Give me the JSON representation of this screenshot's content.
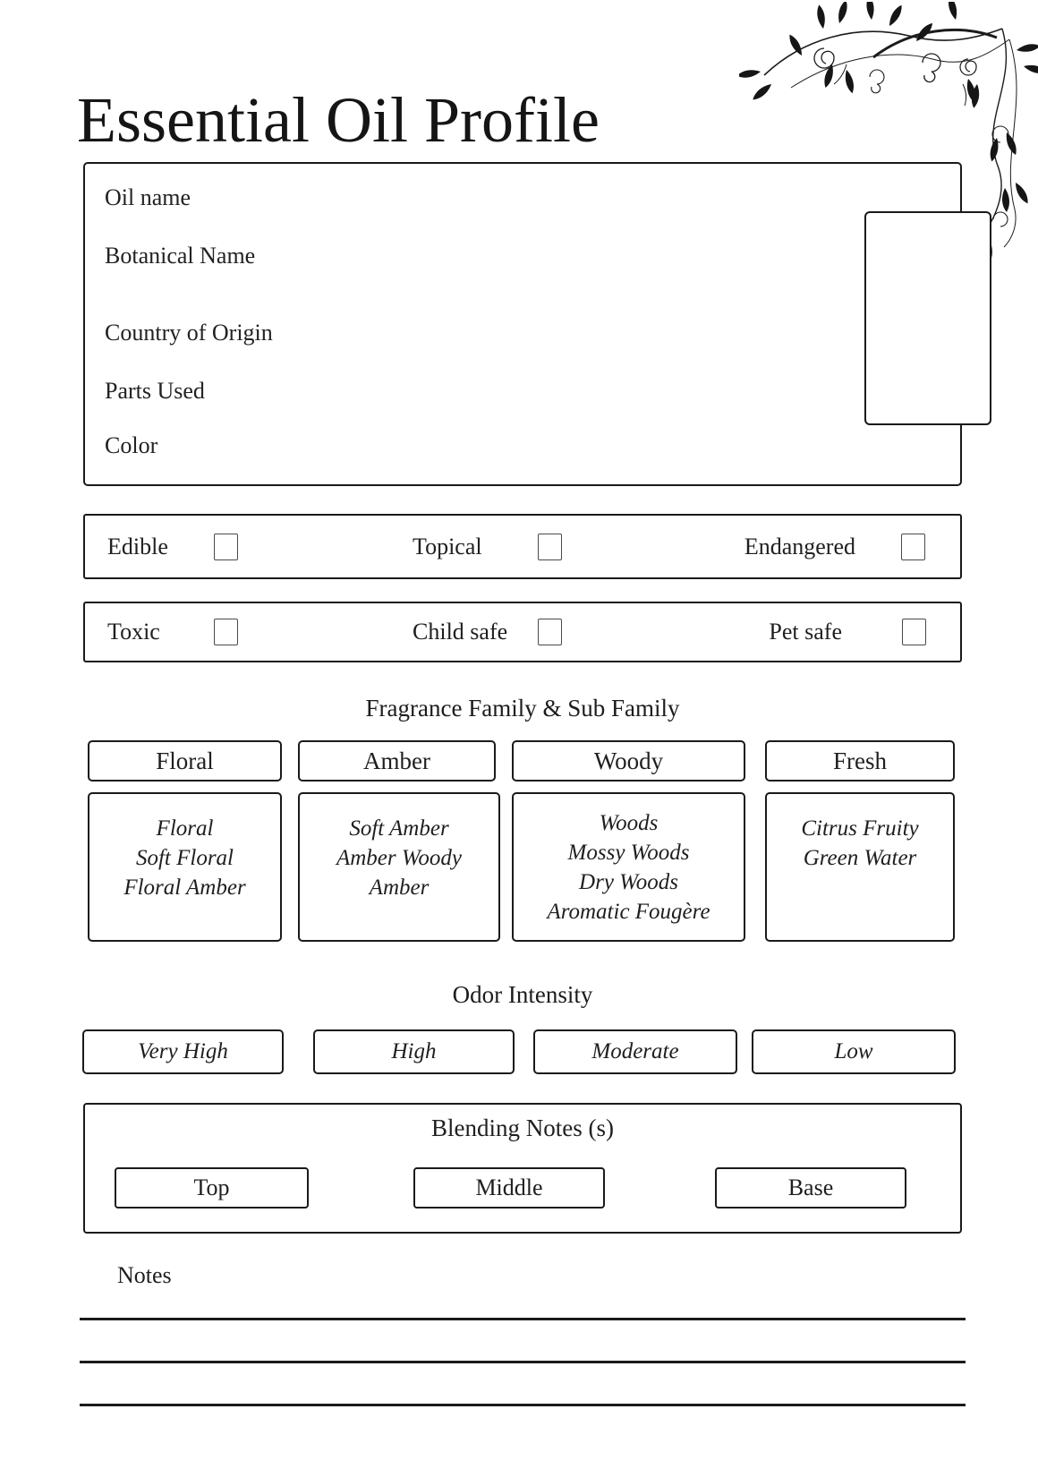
{
  "page": {
    "title": "Essential Oil Profile"
  },
  "colors": {
    "background": "#ffffff",
    "ink": "#1f1f1f",
    "border": "#1a1a1a",
    "checkbox_border": "#4a4a4a"
  },
  "icons": {
    "corner_flourish": "floral-vine-flourish"
  },
  "info_fields": [
    {
      "label": "Oil name"
    },
    {
      "label": "Botanical Name"
    },
    {
      "label": "Country of Origin"
    },
    {
      "label": "Parts Used"
    },
    {
      "label": "Color"
    }
  ],
  "safety_rows": [
    {
      "items": [
        {
          "label": "Edible"
        },
        {
          "label": "Topical"
        },
        {
          "label": "Endangered"
        }
      ]
    },
    {
      "items": [
        {
          "label": "Toxic"
        },
        {
          "label": "Child safe"
        },
        {
          "label": "Pet safe"
        }
      ]
    }
  ],
  "fragrance": {
    "heading": "Fragrance Family & Sub Family",
    "families": [
      {
        "name": "Floral",
        "subs": [
          "Floral",
          "Soft Floral",
          "Floral Amber"
        ]
      },
      {
        "name": "Amber",
        "subs": [
          "Soft Amber",
          "Amber Woody",
          "Amber"
        ]
      },
      {
        "name": "Woody",
        "subs": [
          "Woods",
          "Mossy Woods",
          "Dry Woods",
          "Aromatic Fougère"
        ]
      },
      {
        "name": "Fresh",
        "subs": [
          "Citrus Fruity",
          "Green Water"
        ]
      }
    ]
  },
  "odor": {
    "heading": "Odor Intensity",
    "levels": [
      {
        "label": "Very High"
      },
      {
        "label": "High"
      },
      {
        "label": "Moderate"
      },
      {
        "label": "Low"
      }
    ]
  },
  "blending": {
    "heading": "Blending Notes (s)",
    "notes": [
      {
        "label": "Top"
      },
      {
        "label": "Middle"
      },
      {
        "label": "Base"
      }
    ]
  },
  "notes": {
    "label": "Notes",
    "line_count": 3
  }
}
